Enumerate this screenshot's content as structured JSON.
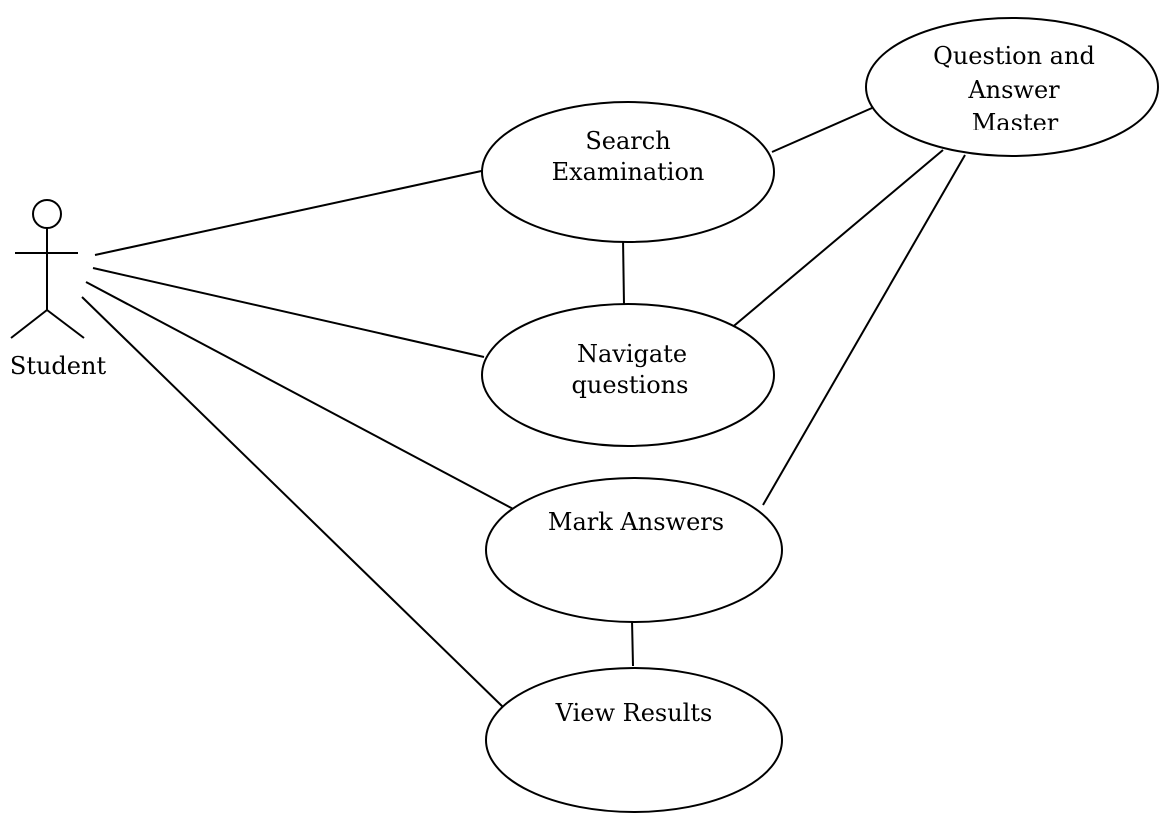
{
  "diagram": {
    "actor": {
      "name": "Student"
    },
    "use_cases": {
      "search_examination": [
        "Search",
        "Examination"
      ],
      "navigate_questions": [
        "Navigate",
        "questions"
      ],
      "mark_answers": [
        "Mark Answers"
      ],
      "view_results": [
        "View Results"
      ],
      "question_answer_master": [
        "Question and",
        "Answer",
        "Master"
      ]
    },
    "colors": {
      "stroke": "#000000",
      "background": "#ffffff"
    }
  }
}
